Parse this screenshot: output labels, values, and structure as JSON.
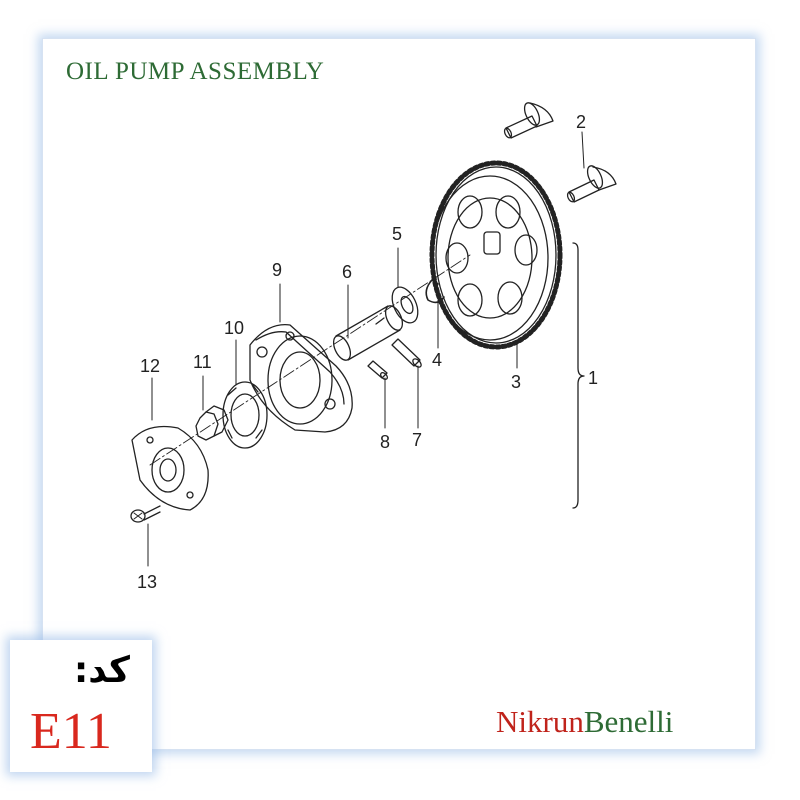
{
  "title": {
    "text": "OIL PUMP ASSEMBLY",
    "color": "#2e6b35"
  },
  "callouts": [
    "1",
    "2",
    "3",
    "4",
    "5",
    "6",
    "7",
    "8",
    "9",
    "10",
    "11",
    "12",
    "13"
  ],
  "brand": {
    "part1": "Nikrun",
    "part2": "Benelli",
    "color1": "#c0231b",
    "color2": "#2e6b35"
  },
  "code": {
    "label": "کد:",
    "value": "E11",
    "value_color": "#d9281e"
  }
}
